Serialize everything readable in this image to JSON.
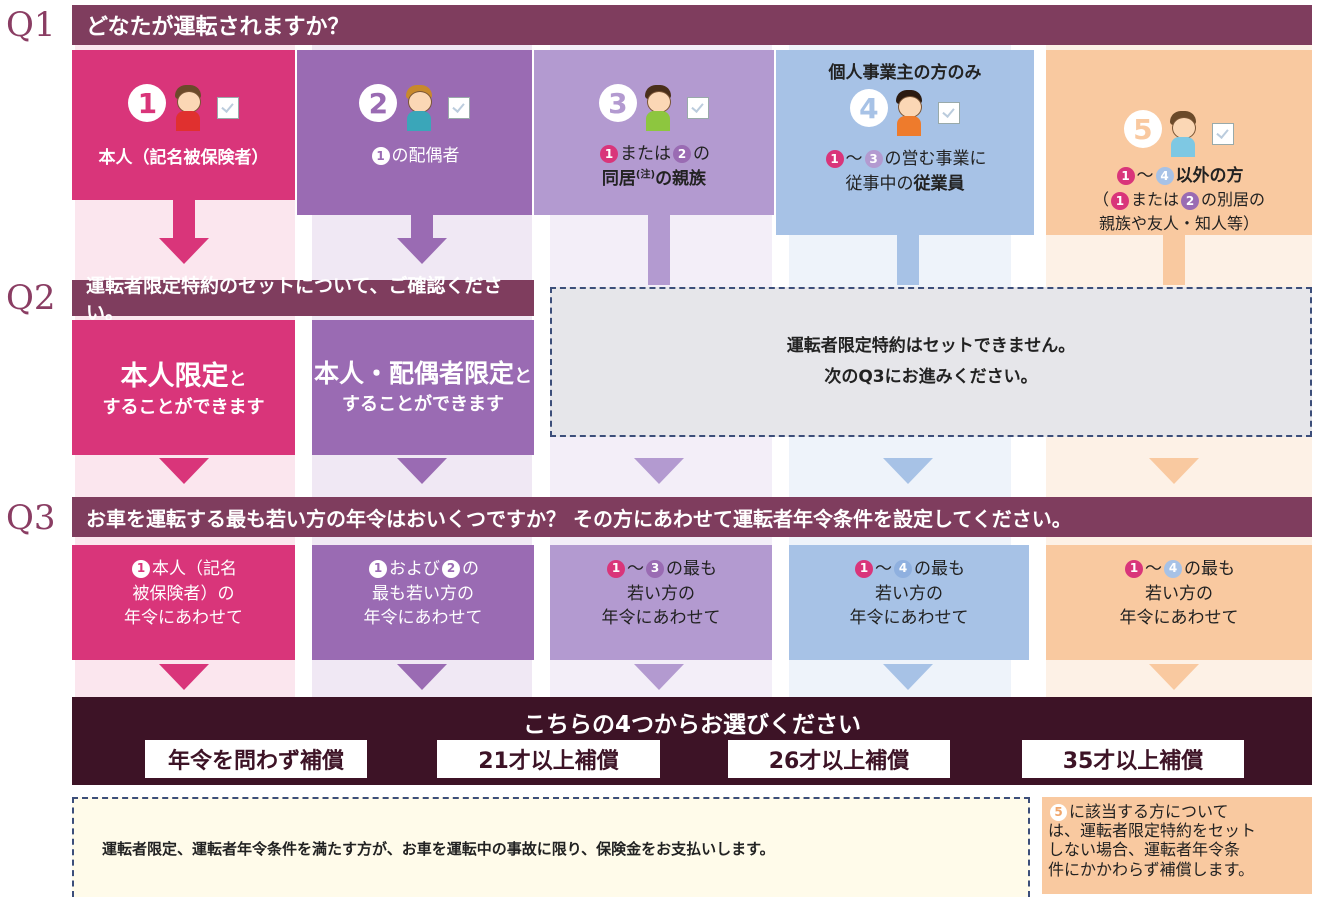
{
  "q1": {
    "label": "Q1",
    "question": "どなたが運転されますか？",
    "options": [
      {
        "num": "1",
        "title": "本人（記名被保険者）"
      },
      {
        "num": "2",
        "ref": "1",
        "text": "の配偶者"
      },
      {
        "num": "3",
        "ref1": "1",
        "mid": "または",
        "ref2": "2",
        "tail": "の",
        "line2a": "同居",
        "line2note": "(注)",
        "line2b": "の親族"
      },
      {
        "num": "4",
        "header": "個人事業主の方のみ",
        "ref1": "1",
        "sep": "〜",
        "ref2": "3",
        "line1": "の営む事業に",
        "line2a": "従事中の",
        "line2b": "従業員"
      },
      {
        "num": "5",
        "ref1": "1",
        "sep": "〜",
        "ref2": "4",
        "line1": "以外の方",
        "line2a": "（",
        "line2ref1": "1",
        "line2mid": "または",
        "line2ref2": "2",
        "line2b": "の別居の",
        "line3": "親族や友人・知人等）"
      }
    ]
  },
  "q2": {
    "label": "Q2",
    "question": "運転者限定特約のセットについて、ご確認ください。",
    "card1": {
      "big": "本人限定",
      "small_suffix": "と",
      "line2": "することができます"
    },
    "card2": {
      "big": "本人・配偶者限定",
      "small_suffix": "と",
      "line2": "することができます"
    },
    "note_line1": "運転者限定特約はセットできません。",
    "note_line2": "次のQ3にお進みください。"
  },
  "q3": {
    "label": "Q3",
    "question": "お車を運転する最も若い方の年令はおいくつですか？ その方にあわせて運転者年令条件を設定してください。",
    "cards": [
      {
        "ref1": "1",
        "l1": "本人（記名",
        "l2": "被保険者）の",
        "l3": "年令にあわせて"
      },
      {
        "ref1": "1",
        "mid": "および",
        "ref2": "2",
        "tail": "の",
        "l2": "最も若い方の",
        "l3": "年令にあわせて"
      },
      {
        "ref1": "1",
        "mid": "〜",
        "ref2": "3",
        "tail": "の最も",
        "l2": "若い方の",
        "l3": "年令にあわせて"
      },
      {
        "ref1": "1",
        "mid": "〜",
        "ref2": "4",
        "tail": "の最も",
        "l2": "若い方の",
        "l3": "年令にあわせて"
      },
      {
        "ref1": "1",
        "mid": "〜",
        "ref2": "4",
        "tail": "の最も",
        "l2": "若い方の",
        "l3": "年令にあわせて"
      }
    ]
  },
  "choose": {
    "title": "こちらの4つからお選びください",
    "options": [
      "年令を問わず補償",
      "21才以上補償",
      "26才以上補償",
      "35才以上補償"
    ]
  },
  "footer": {
    "note": "運転者限定、運転者年令条件を満たす方が、お車を運転中の事故に限り、保険金をお支払いします。",
    "side_ref": "5",
    "side_l1": "に該当する方について",
    "side_l2": "は、運転者限定特約をセット",
    "side_l3": "しない場合、運転者年令条",
    "side_l4": "件にかかわらず補償します。"
  },
  "colors": {
    "c1": "#d9357a",
    "c2": "#9a6bb3",
    "c3": "#b39ad0",
    "c4": "#a7c2e6",
    "c5": "#f9c9a0",
    "bar": "#7f3d5e",
    "dark": "#3d1326"
  }
}
